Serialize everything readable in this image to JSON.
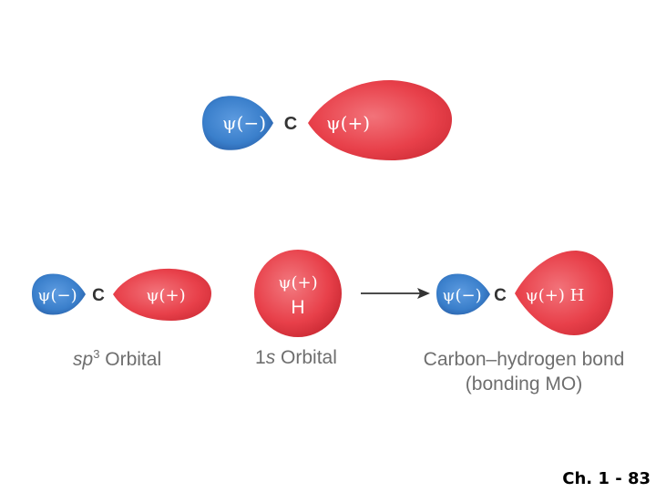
{
  "top": {
    "neg": "ψ(−)",
    "atom": "C",
    "pos": "ψ(+)"
  },
  "sp3": {
    "neg": "ψ(−)",
    "atom": "C",
    "pos": "ψ(+)",
    "caption_prefix": "sp",
    "caption_sup": "3",
    "caption_rest": " Orbital"
  },
  "s1": {
    "pos": "ψ(+)",
    "atom": "H",
    "caption_prefix": "1",
    "caption_italic": "s",
    "caption_rest": " Orbital"
  },
  "bond": {
    "neg": "ψ(−)",
    "atom": "C",
    "pos": "ψ(+) H",
    "caption_line1": "Carbon–hydrogen bond",
    "caption_line2": "(bonding MO)"
  },
  "slide_number": "Ch. 1 - 83",
  "colors": {
    "negative_lobe": "#3a7fcb",
    "positive_lobe": "#e8404a",
    "caption": "#6e6e6e"
  }
}
